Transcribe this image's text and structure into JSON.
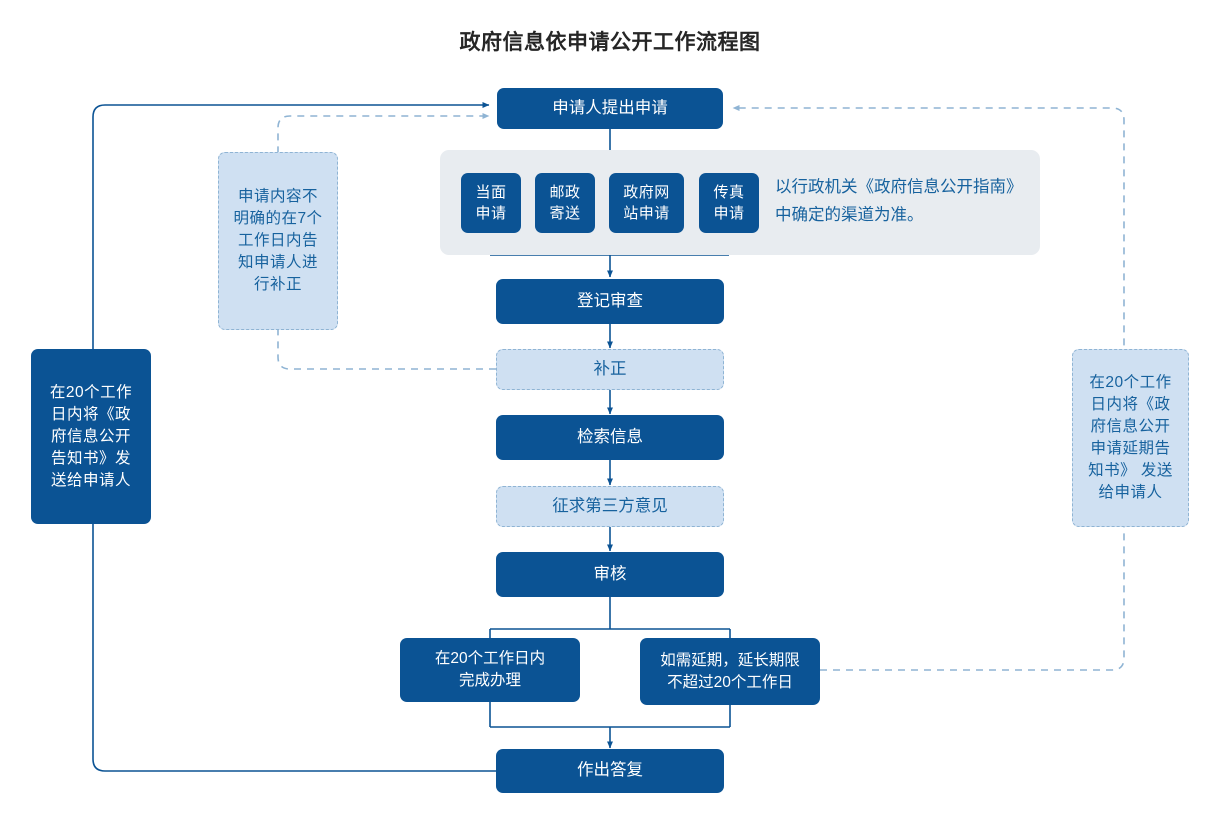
{
  "title": "政府信息依申请公开工作流程图",
  "theme": {
    "dark_blue": "#0b5394",
    "light_blue_fill": "#cfe0f2",
    "light_blue_text": "#17629e",
    "panel_gray": "#e8ecf0",
    "connector_solid": "#0b5394",
    "connector_dashed": "#8fb4d4",
    "title_color": "#262626"
  },
  "flow": {
    "start": {
      "label": "申请人提出申请"
    },
    "channels_panel": {
      "items": [
        {
          "label": "当面\n申请"
        },
        {
          "label": "邮政\n寄送"
        },
        {
          "label": "政府网\n站申请"
        },
        {
          "label": "传真\n申请"
        }
      ],
      "note": "以行政机关《政府信息公开指南》\n中确定的渠道为准。"
    },
    "steps": [
      {
        "id": "register",
        "label": "登记审查",
        "style": "dark"
      },
      {
        "id": "supplement",
        "label": "补正",
        "style": "light"
      },
      {
        "id": "retrieve",
        "label": "检索信息",
        "style": "dark"
      },
      {
        "id": "third-party",
        "label": "征求第三方意见",
        "style": "light"
      },
      {
        "id": "review",
        "label": "审核",
        "style": "dark"
      }
    ],
    "branches": [
      {
        "id": "complete-20d",
        "label": "在20个工作日内\n完成办理",
        "style": "dark"
      },
      {
        "id": "extend-20d",
        "label": "如需延期，延长期限\n不超过20个工作日",
        "style": "dark"
      }
    ],
    "end": {
      "label": "作出答复"
    }
  },
  "annotations": {
    "left_note": "申请内容不\n明确的在7个\n工作日内告\n知申请人进\n行补正",
    "left_dark_note": "在20个工作\n日内将《政\n府信息公开\n告知书》发\n送给申请人",
    "right_note": "在20个工作\n日内将《政\n府信息公开\n申请延期告\n知书》 发送\n给申请人"
  }
}
